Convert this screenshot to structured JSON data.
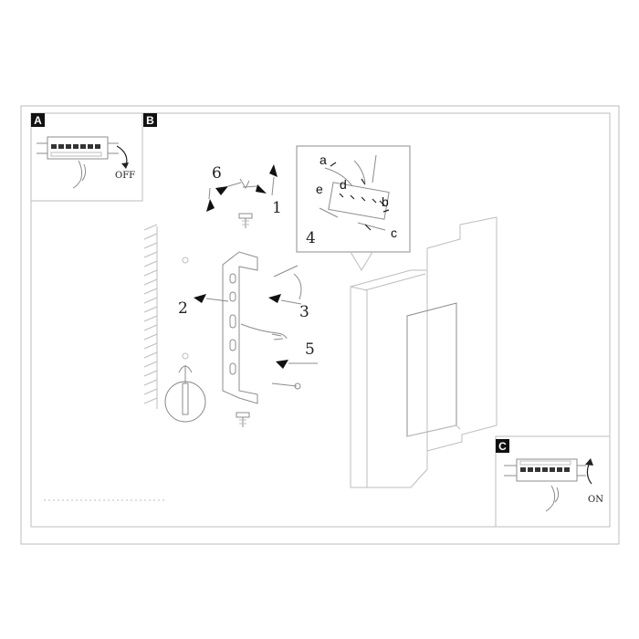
{
  "panels": {
    "a": {
      "tag": "A",
      "state_label": "OFF"
    },
    "b": {
      "tag": "B"
    },
    "c": {
      "tag": "C",
      "state_label": "ON"
    }
  },
  "steps": [
    "1",
    "2",
    "3",
    "4",
    "5",
    "6"
  ],
  "wire_labels": [
    "a",
    "b",
    "c",
    "d",
    "e"
  ],
  "colors": {
    "ink": "#222222",
    "line": "#bdbdbd",
    "tag_bg": "#111111"
  }
}
